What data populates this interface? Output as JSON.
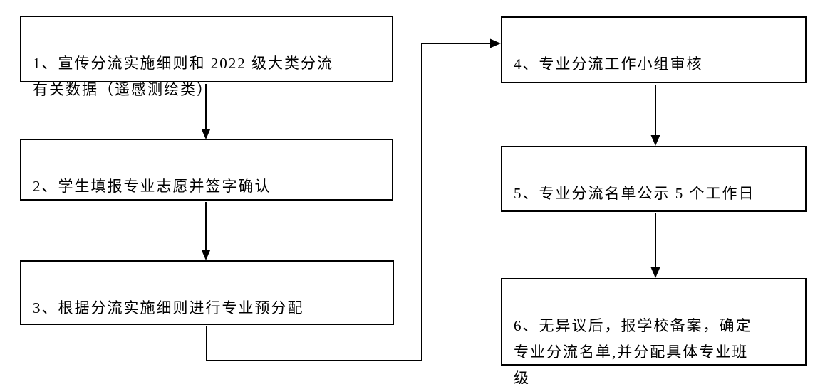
{
  "flowchart": {
    "type": "flowchart",
    "background_color": "#ffffff",
    "box_border_color": "#000000",
    "line_color": "#000000",
    "text_color": "#000000",
    "steps": [
      {
        "id": "1",
        "label": "1、宣传分流实施细则和 2022 级大类分流\n有关数据（遥感测绘类）"
      },
      {
        "id": "2",
        "label": "2、学生填报专业志愿并签字确认"
      },
      {
        "id": "3",
        "label": "3、根据分流实施细则进行专业预分配"
      },
      {
        "id": "4",
        "label": "4、专业分流工作小组审核"
      },
      {
        "id": "5",
        "label": "5、专业分流名单公示 5 个工作日"
      },
      {
        "id": "6",
        "label": "6、无异议后，报学校备案，确定\n专业分流名单,并分配具体专业班\n级"
      }
    ],
    "connections": [
      {
        "from": "1",
        "to": "2",
        "style": "straight-down-arrow"
      },
      {
        "from": "2",
        "to": "3",
        "style": "straight-down-arrow"
      },
      {
        "from": "3",
        "to": "4",
        "style": "elbow-down-right-up-right-arrow"
      },
      {
        "from": "4",
        "to": "5",
        "style": "straight-down-arrow"
      },
      {
        "from": "5",
        "to": "6",
        "style": "straight-down-arrow"
      }
    ]
  }
}
